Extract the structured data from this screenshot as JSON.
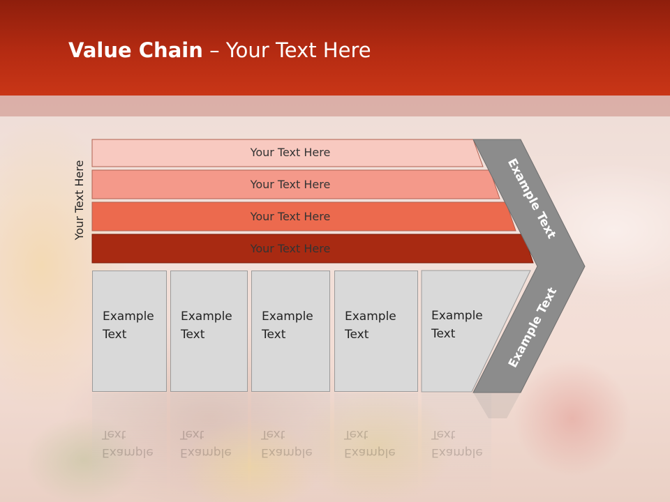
{
  "title": {
    "bold": "Value Chain",
    "rest": " – Your Text Here"
  },
  "side_label": "Your Text Here",
  "rows": [
    {
      "label": "Your Text Here",
      "color": "#f8c9c0"
    },
    {
      "label": "Your Text Here",
      "color": "#f4998a"
    },
    {
      "label": "Your Text Here",
      "color": "#ec6a4e"
    },
    {
      "label": "Your Text Here",
      "color": "#a82a12"
    }
  ],
  "boxes": [
    {
      "line1": "Example",
      "line2": "Text"
    },
    {
      "line1": "Example",
      "line2": "Text"
    },
    {
      "line1": "Example",
      "line2": "Text"
    },
    {
      "line1": "Example",
      "line2": "Text"
    },
    {
      "line1": "Example",
      "line2": "Text"
    }
  ],
  "arrow": {
    "top_label": "Example Text",
    "bottom_label": "Example Text",
    "color": "#8c8c8c"
  },
  "colors": {
    "header": "#b52b12"
  }
}
